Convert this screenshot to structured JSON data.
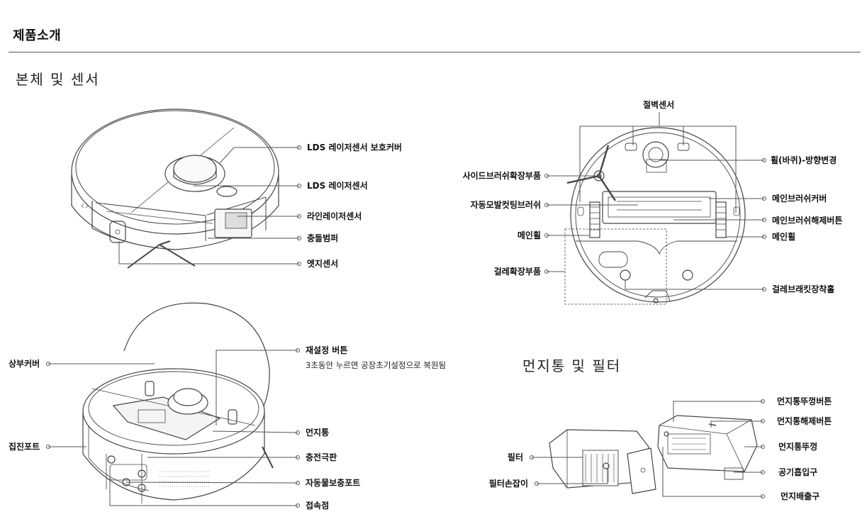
{
  "page_title": "제품소개",
  "sections": {
    "body_sensors": "본체 및 센서",
    "dustbin_filter": "먼지통 및 필터"
  },
  "top_view_labels": {
    "lds_cover": "LDS 레이저센서 보호커버",
    "lds_sensor": "LDS 레이저센서",
    "line_laser": "라인레이저센서",
    "bumper": "충돌범퍼",
    "edge_sensor": "엣지센서"
  },
  "bottom_view_labels": {
    "cliff_sensor": "절벽센서",
    "wheel_direction": "휠(바퀴)-방향변경",
    "side_brush_mount": "사이드브러쉬확장부품",
    "auto_cutting_brush": "자동모발컷팅브러쉬",
    "main_wheel_left": "메인휠",
    "main_wheel_right": "메인휠",
    "main_brush_cover": "메인브러쉬커버",
    "main_brush_release": "메인브러쉬해제버튼",
    "mop_extension": "걸레확장부품",
    "mop_bracket_hole": "걸레브래킷장착홀"
  },
  "open_view_labels": {
    "top_cover": "상부커버",
    "reset_button": "재설정 버튼",
    "reset_note": "3초동안 누르면 공장초기설정으로 복원됨",
    "dustbin": "먼지통",
    "collection_port": "집진포트",
    "charging_plate": "충전극판",
    "auto_refill_port": "자동물보충포트",
    "contact_point": "접속점"
  },
  "dustbin_labels": {
    "lid_button": "먼지통뚜껑버튼",
    "release_button": "먼지통해제버튼",
    "lid": "먼지통뚜껑",
    "air_inlet": "공기흡입구",
    "outlet": "먼지배출구",
    "filter": "필터",
    "filter_handle": "필터손잡이"
  }
}
